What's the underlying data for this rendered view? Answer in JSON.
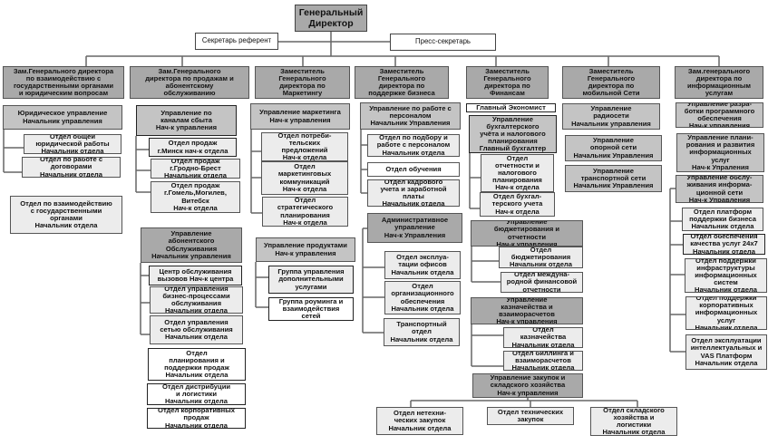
{
  "top": {
    "general_director": "Генеральный\nДиректор",
    "secretary": "Секретарь референт",
    "press_secretary": "Пресс-секретарь"
  },
  "deputies": [
    "Зам.Генерального директора\nпо взаимодействию с\nгосударственными органами\nи юридическим вопросам",
    "Зам.Генерального\nдиректора по продажам и\nабонентскому\nобслуживанию",
    "Заместитель\nГенерального\nдиректора по\nМаркетингу",
    "Заместитель\nГенерального\nдиректора по\nподдержке бизнеса",
    "Заместитель\nГенерального\nдиректора по\nФинансам",
    "Заместитель\nГенерального\nдиректора по\nмобильной Сети",
    "Зам.генерального\nдиректора по\nинформационным\nуслугам"
  ],
  "col1": [
    "Юридическое управление\nНачальник управления",
    "Отдел общей\nюридической работы\nНачальник отдела",
    "Отдел по работе с\nдоговорами\nНачальник отдела",
    "Отдел по взаимодействию\nс государственными\nорганами\nНачальник отдела"
  ],
  "col2": [
    "Управление по\nканалам сбыта\nНач-к управления",
    "Отдел продаж\nг.Минск нач-к отдела",
    "Отдел продаж\nг.Гродно-Брест\nНачальник отдела",
    "Отдел продаж\nг.Гомель,Могилев,\nВитебск\nНач-к отдела",
    "Управление\nабонентского\nОбслуживания\nНачальник управления",
    "Центр обслуживания\nвызовов Нач-к центра",
    "Отдел управления\nбизнес-процессами\nобслуживания\nНачальник отдела",
    "Отдел управления\nсетью обслуживания\nНачальник отдела",
    "Отдел\nпланирования и\nподдержки продаж\nНачальник отдела",
    "Отдел дистрибуции\nи логистики\nНачальник отдела",
    "Отдел корпоративных\nпродаж\nНачальник отдела"
  ],
  "col3": [
    "Управление маркетинга\nНач-к управления",
    "Отдел потреби-\nтельских\nпредложений\nНач-к отдела",
    "Отдел\nмаркетинговых\nкоммуникаций\nНач-к отдела",
    "Отдел\nстратегического\nпланирования\nНач-к отдела",
    "Управление продуктами\nНач-к управления",
    "Группа управления\nдополнительными\nуслугами",
    "Группа роуминга и\nвзаимодействия\nсетей"
  ],
  "col4": [
    "Управление по работе с\nперсоналом\nНачальник Управления",
    "Отдел по подбору и\nработе с персоналом\nНачальник отдела",
    "Отдел обучения",
    "Отдел кадрового\nучета и заработной\nплаты\nНачальник отдела",
    "Административное\nуправление\nНач-к Управления",
    "Отдел эксплуа-\nтации офисов\nНачальник отдела",
    "Отдел\nорганизационного\nобеспечения\nНачальник отдела",
    "Транспортный\nотдел\nНачальник отдела"
  ],
  "col5": [
    "Главный Экономист",
    "Управление\nбухгалтерского\nучёта и налогового\nпланирования\nГлавный бухгалтер",
    "Отдел\nотчетности и\nналогового\nпланирования\nНач-к отдела",
    "Отдел бухгал-\nтерского учета\nНач-к отдела",
    "Управление\nбюджетирования и\nотчетности\nНач-к управления",
    "Отдел\nбюджетирования\nНачальник отдела",
    "Отдел междуна-\nродной финансовой\nотчетности",
    "Управление\nказначейства и\nвзаиморасчетов\nНач-к управления",
    "Отдел\nказначейства\nНачальник отдела",
    "Отдел биллинга и\nвзаиморасчетов\nНачальник отдела",
    "Управление закупок и\nскладского хозяйства\nНач-к управления",
    "Отдел нетехни-\nческих закупок\nНачальник отдела",
    "Отдел технических\nзакупок",
    "Отдел складского\nхозяйства и\nлогистики\nНачальник отдела"
  ],
  "col6": [
    "Управление\nрадиосети\nНачальник управления",
    "Управление\nопорной сети\nНачальник Управления",
    "Управление\nтранспортной сети\nНачальник Управления"
  ],
  "col7": [
    "Управление разра-\nботки программного\nобеспечения\nНач-к управления",
    "Управление плани-\nрования и развития\nинформационных\nуслуг\nНач-к Упраления",
    "Управление обслу-\nживания информа-\nционной сети\nНач-к Управления",
    "Отдел платформ\nподдержки бизнеса\nНачальник отдела",
    "Отдел обеспечения\nкачества услуг 24x7\nНачальник отдела",
    "Отдел поддержки\nинфраструктуры\nинформационных\nсистем\nНачальник отдела",
    "Отдел поддержки\nкорпоративных\nинформационных\nуслуг\nНачальник отдела",
    "Отдел эксплуатации\nинтеллектуальных и\nVAS Платформ\nНачальник отдела"
  ]
}
